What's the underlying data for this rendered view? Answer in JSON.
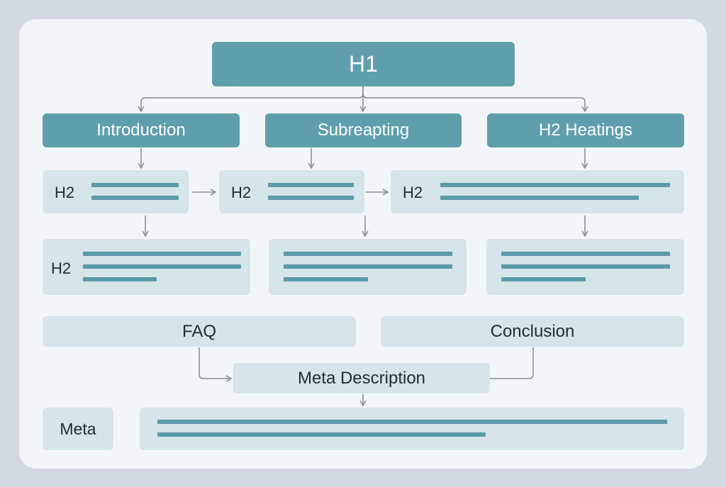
{
  "diagram": {
    "h1": "H1",
    "top_sections": [
      "Introduction",
      "Subreapting",
      "H2 Heatings"
    ],
    "h2_row": [
      "H2",
      "H2",
      "H2"
    ],
    "detail_row_label": "H2",
    "faq": "FAQ",
    "conclusion": "Conclusion",
    "meta_description": "Meta Description",
    "meta": "Meta"
  },
  "colors": {
    "background": "#d2d9e0",
    "card": "#f3f6f8",
    "header_box": "#5f9fad",
    "light_box": "#d5e5ea",
    "line": "#5b9aa9",
    "arrow": "#8a9196"
  }
}
